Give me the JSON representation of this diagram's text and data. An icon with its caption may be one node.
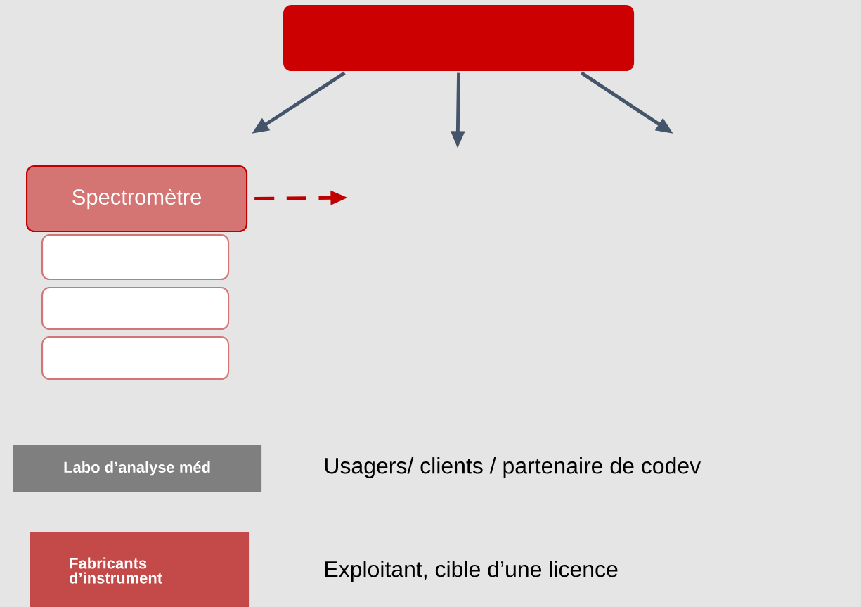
{
  "diagram": {
    "nodes": [
      {
        "text": [],
        "shape": "box"
      },
      {
        "text": [
          "Spectromètre"
        ]
      },
      {
        "text": [],
        "shape": "box"
      },
      {
        "text": [],
        "shape": "box"
      },
      {
        "text": [],
        "shape": "box"
      },
      {
        "text": [
          "Labo d’analyse méd"
        ],
        "beside": [
          "Usagers/ clients / partenaire de codev"
        ]
      },
      {
        "text": [
          "Fabricants d’instrument"
        ],
        "beside": [
          "Exploitant, cible d’une licence"
        ]
      }
    ],
    "edges": [
      {
        "from": 0,
        "to": null,
        "arrow": "to"
      },
      {
        "from": 0,
        "to": null,
        "arrow": "to"
      },
      {
        "from": 0,
        "to": null,
        "arrow": "to"
      },
      {
        "from": 1,
        "to": null,
        "arrow": "to",
        "style": "dashed",
        "color": "#c00000"
      }
    ]
  }
}
